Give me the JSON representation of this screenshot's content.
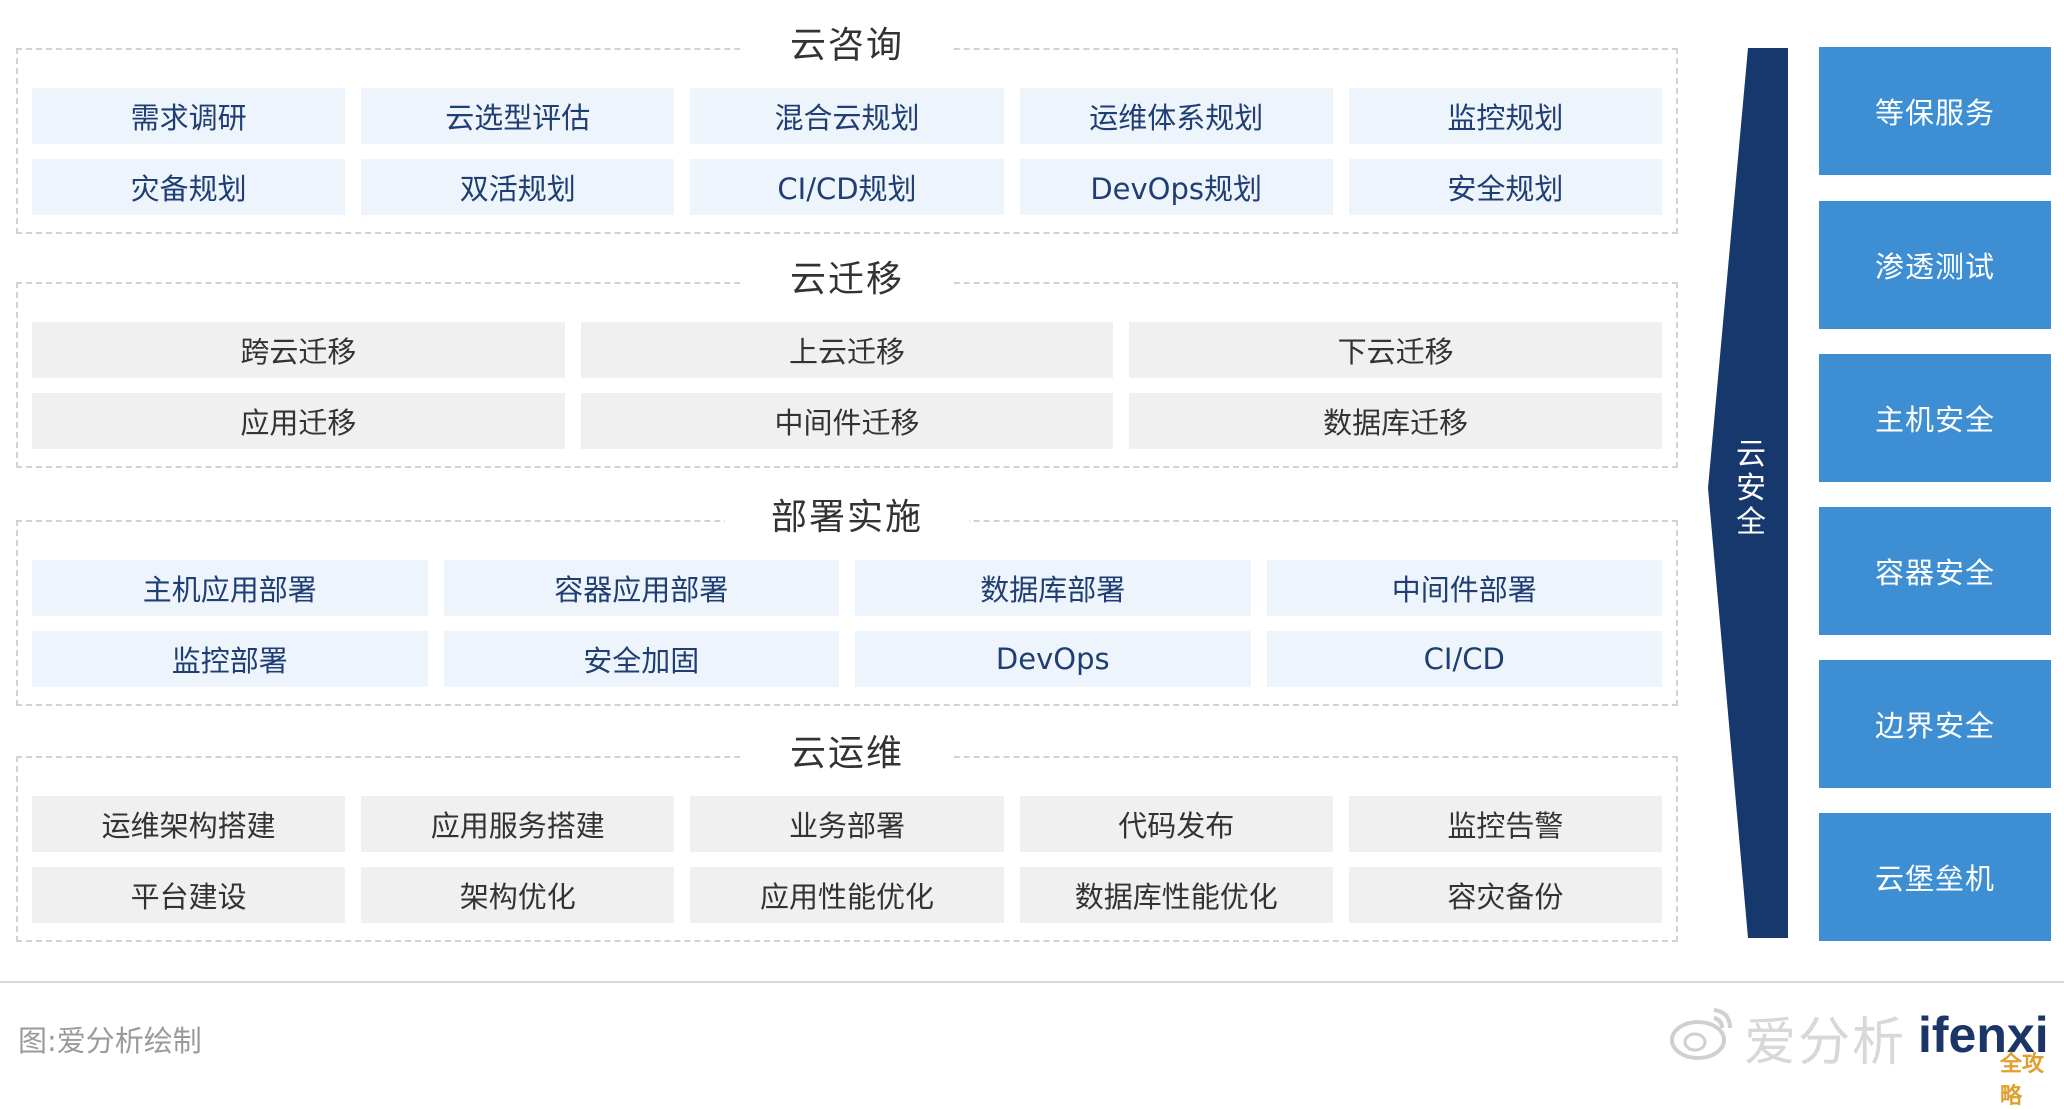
{
  "sections": [
    {
      "title": "云咨询",
      "style": "blue",
      "columns": 5,
      "items": [
        "需求调研",
        "云选型评估",
        "混合云规划",
        "运维体系规划",
        "监控规划",
        "灾备规划",
        "双活规划",
        "CI/CD规划",
        "DevOps规划",
        "安全规划"
      ]
    },
    {
      "title": "云迁移",
      "style": "gray",
      "columns": 3,
      "items": [
        "跨云迁移",
        "上云迁移",
        "下云迁移",
        "应用迁移",
        "中间件迁移",
        "数据库迁移"
      ]
    },
    {
      "title": "部署实施",
      "style": "blue",
      "columns": 4,
      "items": [
        "主机应用部署",
        "容器应用部署",
        "数据库部署",
        "中间件部署",
        "监控部署",
        "安全加固",
        "DevOps",
        "CI/CD"
      ]
    },
    {
      "title": "云运维",
      "style": "gray",
      "columns": 5,
      "items": [
        "运维架构搭建",
        "应用服务搭建",
        "业务部署",
        "代码发布",
        "监控告警",
        "平台建设",
        "架构优化",
        "应用性能优化",
        "数据库性能优化",
        "容灾备份"
      ]
    }
  ],
  "security": {
    "label": "云安全",
    "chars": [
      "云",
      "安",
      "全"
    ],
    "items": [
      "等保服务",
      "渗透测试",
      "主机安全",
      "容器安全",
      "边界安全",
      "云堡垒机"
    ]
  },
  "source": "图:爱分析绘制",
  "watermark": {
    "cn": "爱分析",
    "en": "ifenxi",
    "corner": "全攻略"
  },
  "colors": {
    "navy": "#17386c",
    "side_blue": "#3d8ed3",
    "light_blue_cell": "#eef4fb",
    "gray_cell": "#f0f0f0"
  }
}
